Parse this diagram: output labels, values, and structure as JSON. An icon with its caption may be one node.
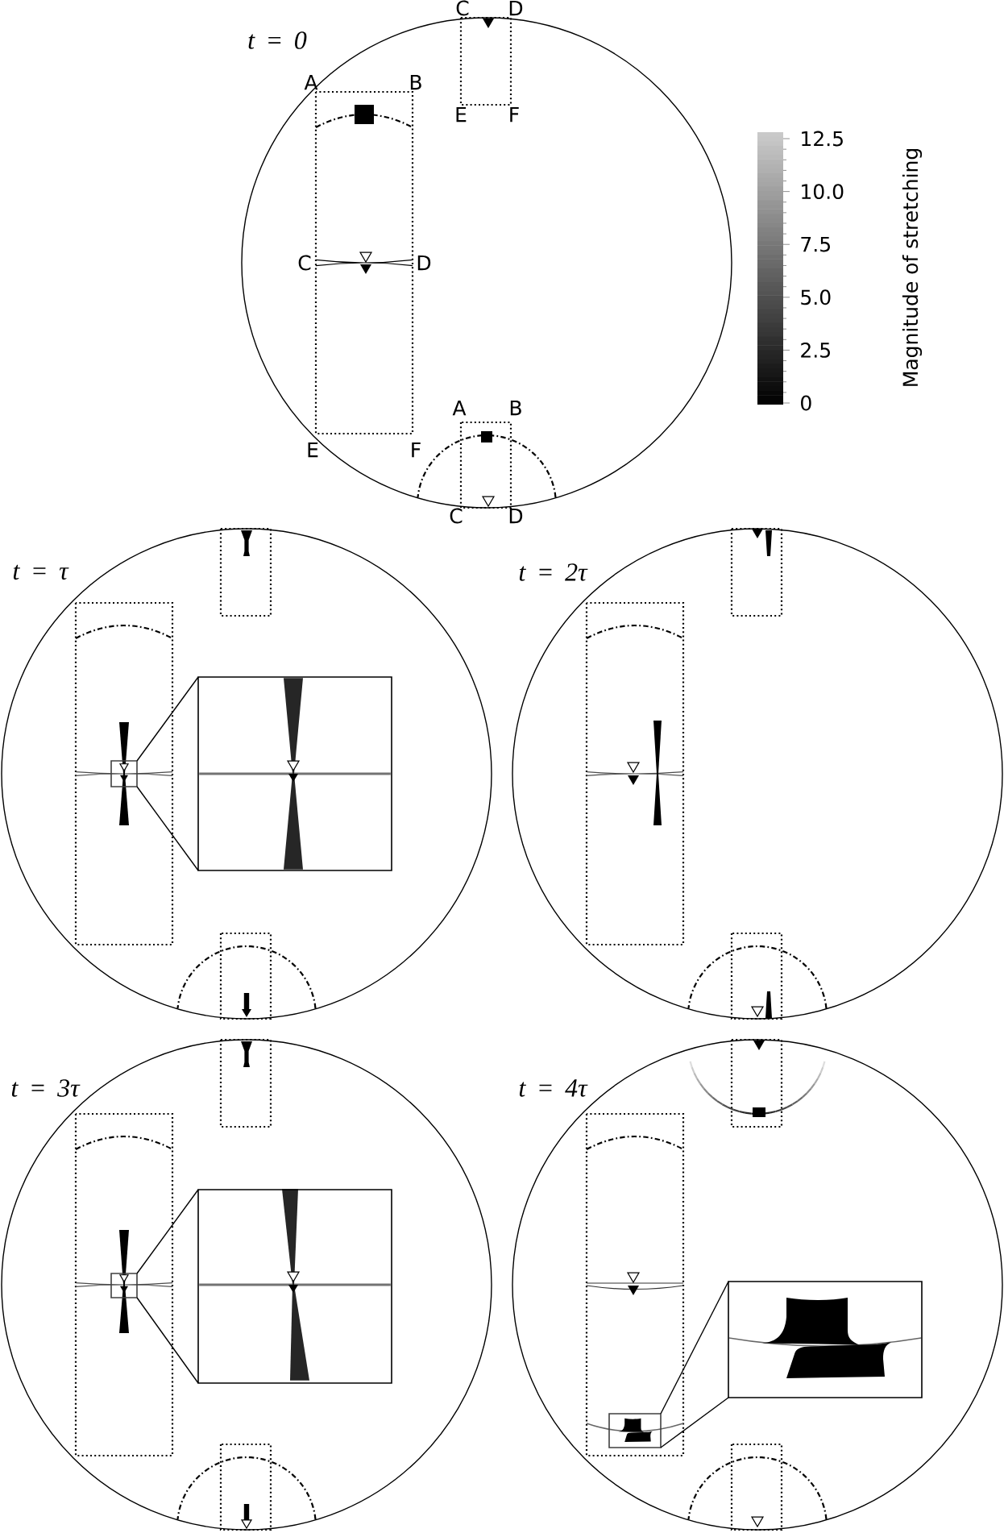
{
  "diagram": {
    "nodes": [
      {
        "text": [
          "t = 0"
        ]
      },
      {
        "text": [
          "t = τ"
        ]
      },
      {
        "text": [
          "t = 2τ"
        ]
      },
      {
        "text": [
          "t = 3τ"
        ]
      },
      {
        "text": [
          "t = 4τ"
        ]
      },
      {
        "text": [],
        "shape": "box",
        "in": 1
      },
      {
        "text": [],
        "shape": "picture",
        "in": 1
      },
      {
        "text": [],
        "shape": "box",
        "in": 3
      },
      {
        "text": [],
        "shape": "picture",
        "in": 3
      },
      {
        "text": [],
        "shape": "box",
        "in": 4
      },
      {
        "text": [],
        "shape": "picture",
        "in": 4
      }
    ],
    "edges": [
      {
        "from": 5,
        "to": 6,
        "arrow": "none"
      },
      {
        "from": 5,
        "to": 6,
        "arrow": "none"
      },
      {
        "from": 7,
        "to": 8,
        "arrow": "none"
      },
      {
        "from": 7,
        "to": 8,
        "arrow": "none"
      },
      {
        "from": 9,
        "to": 10,
        "arrow": "none"
      },
      {
        "from": 9,
        "to": 10,
        "arrow": "none"
      }
    ],
    "labels": [
      "C",
      "D",
      "A",
      "B",
      "E",
      "F",
      "C",
      "D",
      "A",
      "B",
      "E",
      "F",
      "C",
      "D",
      "12.5",
      "10.0",
      "7.5",
      "5.0",
      "2.5",
      "0",
      "Magnitude of stretching"
    ]
  }
}
